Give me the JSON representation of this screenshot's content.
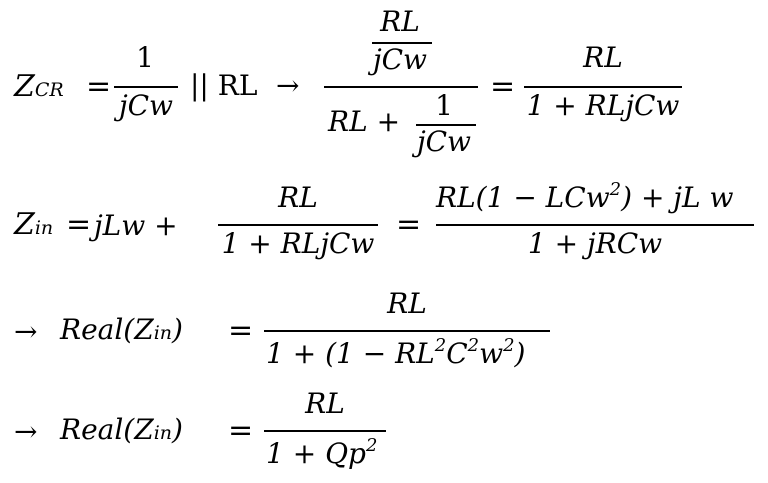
{
  "eq1": {
    "lhs_main": "Z",
    "lhs_sub": "CR",
    "eq": "=",
    "frac1_num": "1",
    "frac1_den": "jCw",
    "parallel": "|| RL",
    "arrow": "→",
    "big_num_num": "RL",
    "big_num_den": "jCw",
    "big_den_left": "RL +",
    "big_den_frac_num": "1",
    "big_den_frac_den": "jCw",
    "eq2": "=",
    "res_num": "RL",
    "res_den": "1 + RLjCw"
  },
  "eq2": {
    "lhs_main": "Z",
    "lhs_sub": "in",
    "eq": "=",
    "term1": "jLw +",
    "frac_num": "RL",
    "frac_den": "1 + RLjCw",
    "eq2": "=",
    "res_num_a": "RL(1 − LCw",
    "res_num_sup": "2",
    "res_num_b": ") + jL w",
    "res_den": "1 + jRCw"
  },
  "eq3": {
    "arrow": "→",
    "lhs_a": "Real(Z",
    "lhs_sub": "in",
    "lhs_b": ")",
    "eq": "=",
    "num": "RL",
    "den_a": "1 + (1 − RL",
    "den_sup1": "2",
    "den_b": "C",
    "den_sup2": "2",
    "den_c": "w",
    "den_sup3": "2",
    "den_d": ")"
  },
  "eq4": {
    "arrow": "→",
    "lhs_a": "Real(Z",
    "lhs_sub": "in",
    "lhs_b": ")",
    "eq": "=",
    "num": "RL",
    "den_a": "1 + Qp",
    "den_sup": "2"
  }
}
